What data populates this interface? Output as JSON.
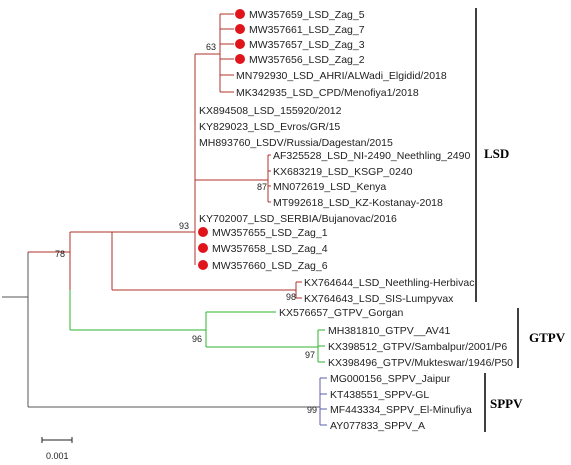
{
  "colors": {
    "lsd_branch": "#b0302a",
    "gtpv_branch": "#2fb52f",
    "sppv_branch": "#5b5fa8",
    "root_branch": "#555555",
    "marker": "#e0151b",
    "text": "#222222",
    "bracket": "#000000"
  },
  "icons": {
    "sample_marker": "red-circle-icon"
  },
  "taxa": [
    "MW357659_LSD_Zag_5",
    "MW357661_LSD_Zag_7",
    "MW357657_LSD_Zag_3",
    "MW357656_LSD_Zag_2",
    "MN792930_LSD_AHRI/ALWadi_Elgidid/2018",
    "MK342935_LSD_CPD/Menofiya1/2018",
    "KX894508_LSD_155920/2012",
    "KY829023_LSD_Evros/GR/15",
    "MH893760_LSDV/Russia/Dagestan/2015",
    "AF325528_LSD_NI-2490_Neethling_2490",
    "KX683219_LSD_KSGP_0240",
    "MN072619_LSD_Kenya",
    "MT992618_LSD_KZ-Kostanay-2018",
    "KY702007_LSD_SERBIA/Bujanovac/2016",
    "MW357655_LSD_Zag_1",
    "MW357658_LSD_Zag_4",
    "MW357660_LSD_Zag_6",
    "KX764644_LSD_Neethling-Herbivac",
    "KX764643_LSD_SIS-Lumpyvax",
    "KX576657_GTPV_Gorgan",
    "MH381810_GTPV__AV41",
    "KX398512_GTPV/Sambalpur/2001/P6",
    "KX398496_GTPV/Mukteswar/1946/P50",
    "MG000156_SPPV_Jaipur",
    "KT438551_SPPV-GL",
    "MF443334_SPPV_El-Minufiya",
    "AY077833_SPPV_A"
  ],
  "bootstrap": [
    "63",
    "87",
    "93",
    "78",
    "98",
    "96",
    "97",
    "99"
  ],
  "groups": [
    "LSD",
    "GTPV",
    "SPPV"
  ],
  "scale_bar": "0.001"
}
